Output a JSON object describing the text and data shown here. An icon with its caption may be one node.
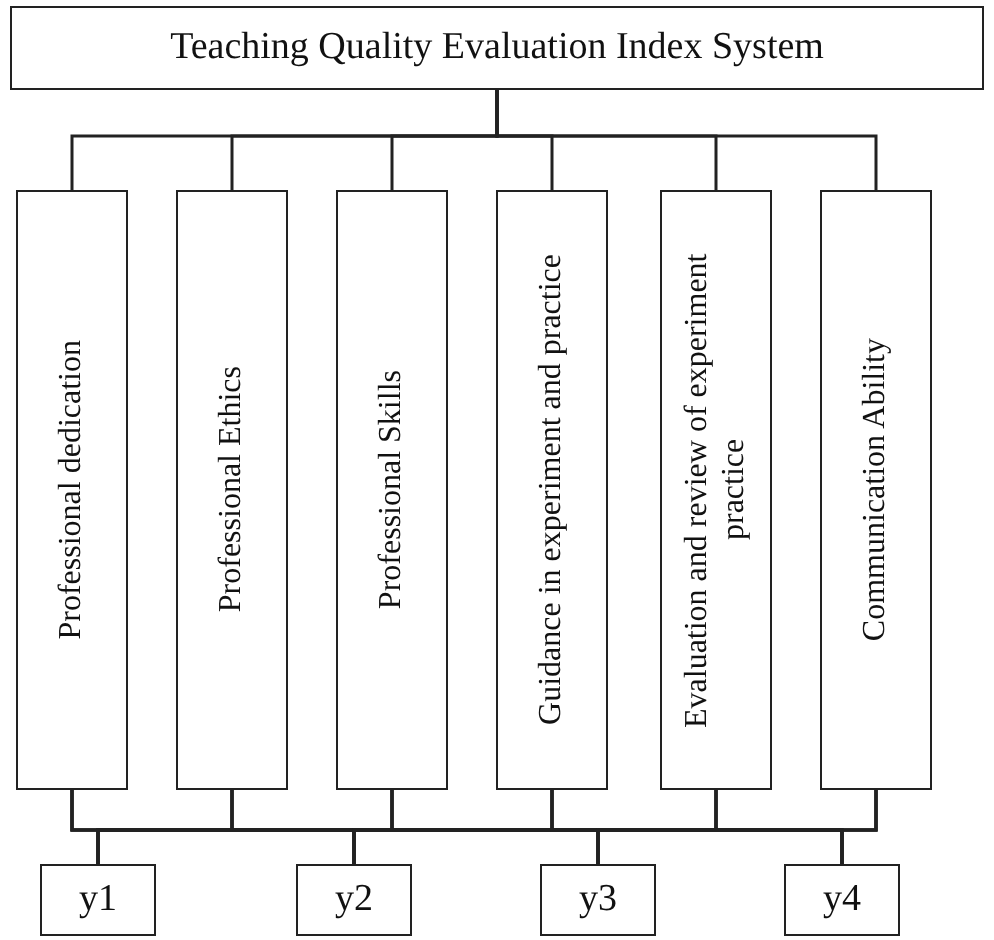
{
  "diagram": {
    "nodes": [
      {
        "text": [
          "Teaching Quality Evaluation Index System"
        ]
      },
      {
        "text": [
          "Professional dedication"
        ]
      },
      {
        "text": [
          "Professional Ethics"
        ]
      },
      {
        "text": [
          "Professional Skills"
        ]
      },
      {
        "text": [
          "Guidance in experiment and practice"
        ]
      },
      {
        "text": [
          "Evaluation and review of experiment practice"
        ]
      },
      {
        "text": [
          "Communication Ability"
        ]
      },
      {
        "text": [
          "y1"
        ]
      },
      {
        "text": [
          "y2"
        ]
      },
      {
        "text": [
          "y3"
        ]
      },
      {
        "text": [
          "y4"
        ]
      }
    ],
    "edges": [
      {
        "from": 0,
        "to": 1,
        "arrow": "none"
      },
      {
        "from": 0,
        "to": 2,
        "arrow": "none"
      },
      {
        "from": 0,
        "to": 3,
        "arrow": "none"
      },
      {
        "from": 0,
        "to": 4,
        "arrow": "none"
      },
      {
        "from": 0,
        "to": 5,
        "arrow": "none"
      },
      {
        "from": 0,
        "to": 6,
        "arrow": "none"
      },
      {
        "from": 1,
        "to": 7,
        "arrow": "none"
      },
      {
        "from": 1,
        "to": 8,
        "arrow": "none"
      },
      {
        "from": 1,
        "to": 9,
        "arrow": "none"
      },
      {
        "from": 1,
        "to": 10,
        "arrow": "none"
      },
      {
        "from": 2,
        "to": 7,
        "arrow": "none"
      },
      {
        "from": 2,
        "to": 8,
        "arrow": "none"
      },
      {
        "from": 2,
        "to": 9,
        "arrow": "none"
      },
      {
        "from": 2,
        "to": 10,
        "arrow": "none"
      },
      {
        "from": 3,
        "to": 7,
        "arrow": "none"
      },
      {
        "from": 3,
        "to": 8,
        "arrow": "none"
      },
      {
        "from": 3,
        "to": 9,
        "arrow": "none"
      },
      {
        "from": 3,
        "to": 10,
        "arrow": "none"
      },
      {
        "from": 4,
        "to": 7,
        "arrow": "none"
      },
      {
        "from": 4,
        "to": 8,
        "arrow": "none"
      },
      {
        "from": 4,
        "to": 9,
        "arrow": "none"
      },
      {
        "from": 4,
        "to": 10,
        "arrow": "none"
      },
      {
        "from": 5,
        "to": 7,
        "arrow": "none"
      },
      {
        "from": 5,
        "to": 8,
        "arrow": "none"
      },
      {
        "from": 5,
        "to": 9,
        "arrow": "none"
      },
      {
        "from": 5,
        "to": 10,
        "arrow": "none"
      },
      {
        "from": 6,
        "to": 7,
        "arrow": "none"
      },
      {
        "from": 6,
        "to": 8,
        "arrow": "none"
      },
      {
        "from": 6,
        "to": 9,
        "arrow": "none"
      },
      {
        "from": 6,
        "to": 10,
        "arrow": "none"
      }
    ]
  }
}
